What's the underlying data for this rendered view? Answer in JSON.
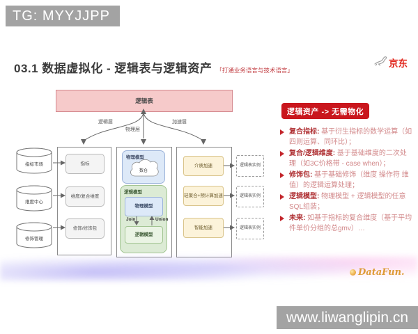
{
  "watermarks": {
    "top_left": "TG: MYYJJPP",
    "bottom_right": "www.liwanglipin.cn"
  },
  "header": {
    "title": "03.1 数据虚拟化 - 逻辑表与逻辑资产",
    "subtitle": "「打通业务语言与技术语言」",
    "brand": "京东"
  },
  "diagram": {
    "top_bar": "逻辑表",
    "branches": {
      "logic": "逻辑层",
      "physical": "物理层",
      "accel": "加速层"
    },
    "sources": [
      {
        "label": "指标市场"
      },
      {
        "label": "维度中心"
      },
      {
        "label": "修饰管理"
      }
    ],
    "logic_items": [
      {
        "label": "指标"
      },
      {
        "label": "维度/复合维度"
      },
      {
        "label": "修饰/修饰包"
      }
    ],
    "physical": {
      "outer_physical_model": "物理模型",
      "cloud": "数仓",
      "outer_logical_model": "逻辑模型",
      "inner_physical_model": "物理模型",
      "join": "Join",
      "union": "Union",
      "inner_logical_model": "逻辑模型"
    },
    "accel_items": [
      {
        "label": "介质加速"
      },
      {
        "label": "轻聚合+预计算加速"
      },
      {
        "label": "智能加速"
      }
    ],
    "instances": [
      {
        "label": "逻辑表实例"
      },
      {
        "label": "逻辑表实例"
      },
      {
        "label": "逻辑表实例"
      }
    ]
  },
  "panel": {
    "badge": "逻辑资产 -> 无需物化",
    "bullets": [
      {
        "label": "复合指标:",
        "text": "基于衍生指标的数学运算（如四则运算、同环比）；"
      },
      {
        "label": "复合/逻辑维度:",
        "text": "基于基础维度的二次处理（如3C价格带 - case when）；"
      },
      {
        "label": "修饰包:",
        "text": "基于基础修饰（维度 操作符 维值）的逻辑运算处理；"
      },
      {
        "label": "逻辑模型:",
        "text": "物理模型 + 逻辑模型的任意SQL组装；"
      },
      {
        "label": "未来:",
        "text": "如基于指标的复合维度（基于平均件单价分组的总gmv）…"
      }
    ]
  },
  "footer": {
    "logo": "DataFun."
  },
  "colors": {
    "accent_red": "#c9161d",
    "jd_red": "#e1251b",
    "bar_pink": "#f6caca",
    "blue_fill": "#dde9f8",
    "green_fill": "#dcebd5",
    "yellow_fill": "#fcf3da",
    "watermark_gray": "#a3a3a3",
    "datafun_orange": "#dd9a35"
  }
}
